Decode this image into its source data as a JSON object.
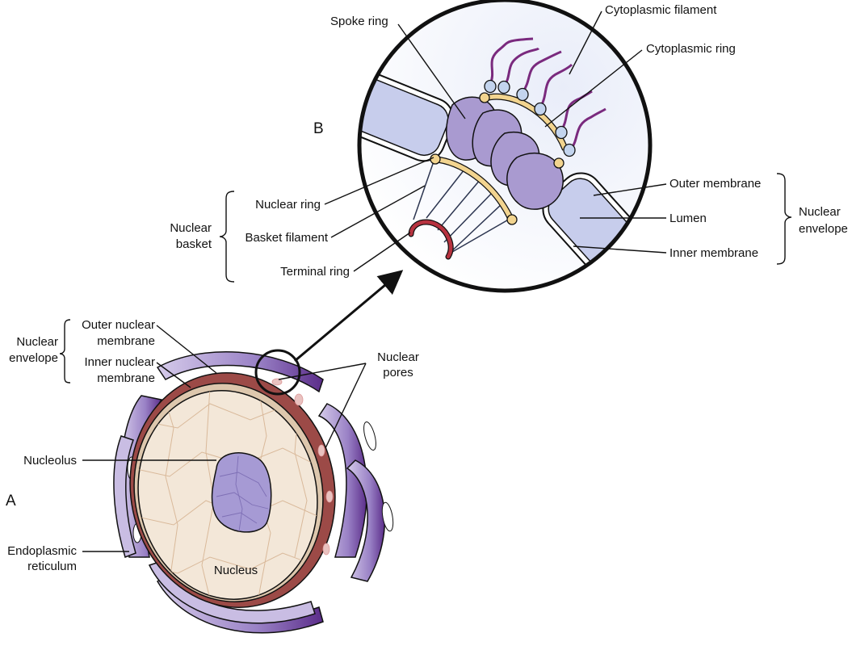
{
  "panel_labels": {
    "a": "A",
    "b": "B"
  },
  "panel_a": {
    "nuclear_envelope_group": [
      "Nuclear",
      "envelope"
    ],
    "outer_nuclear_membrane": [
      "Outer nuclear",
      "membrane"
    ],
    "inner_nuclear_membrane": [
      "Inner nuclear",
      "membrane"
    ],
    "nucleolus": "Nucleolus",
    "endoplasmic_reticulum": [
      "Endoplasmic",
      "reticulum"
    ],
    "nucleus": "Nucleus",
    "nuclear_pores": [
      "Nuclear",
      "pores"
    ]
  },
  "panel_b": {
    "spoke_ring": "Spoke ring",
    "cytoplasmic_filament": "Cytoplasmic filament",
    "cytoplasmic_ring": "Cytoplasmic ring",
    "nuclear_basket_group": [
      "Nuclear",
      "basket"
    ],
    "nuclear_ring": "Nuclear ring",
    "basket_filament": "Basket filament",
    "terminal_ring": "Terminal ring",
    "outer_membrane": "Outer membrane",
    "lumen": "Lumen",
    "inner_membrane": "Inner membrane",
    "nuclear_envelope_group": [
      "Nuclear",
      "envelope"
    ]
  },
  "colors": {
    "er_light": "#c9bde3",
    "er_mid": "#9b86c9",
    "er_dark": "#5b2d8a",
    "nucleoplasm": "#f3e7d8",
    "nucleoplasm_lines": "#d9b99a",
    "nucleolus": "#a69ad4",
    "envelope_rim": "#ddc7ad",
    "perinuclear": "#9c4a47",
    "spoke": "#a99ad0",
    "ring_yellow": "#f2d48f",
    "filament": "#7a2a7e",
    "bead": "#c3d4ee",
    "lumen_fill": "#c7cdec",
    "terminal_ring": "#b7323f",
    "inset_bg": "#f2f4fb"
  }
}
